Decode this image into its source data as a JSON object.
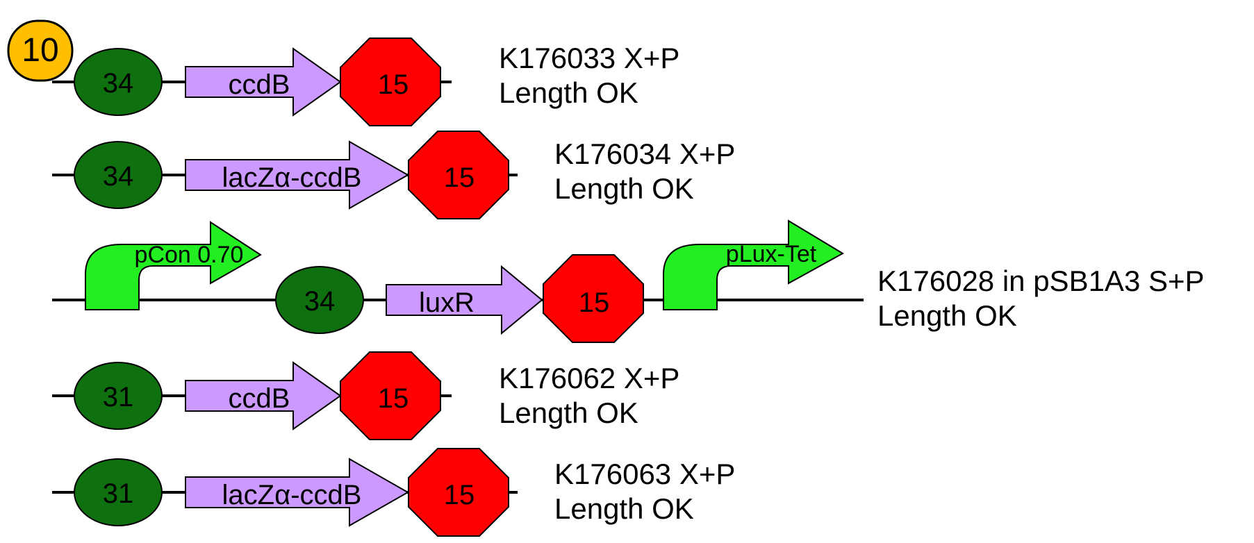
{
  "badge": {
    "label": "10",
    "color": "#ffbf00"
  },
  "colors": {
    "rbs": "#0f700f",
    "cds": "#cc99ff",
    "terminator": "#ff0000",
    "promoter": "#22ee22",
    "backbone": "#000000"
  },
  "constructs": [
    {
      "rbs": "34",
      "cds": "ccdB",
      "terminator": "15",
      "caption_id": "K176033 X+P",
      "caption_status": "Length OK"
    },
    {
      "rbs": "34",
      "cds": "lacZα-ccdB",
      "terminator": "15",
      "caption_id": "K176034 X+P",
      "caption_status": "Length OK"
    },
    {
      "promoter1": "pCon 0.70",
      "rbs": "34",
      "cds": "luxR",
      "terminator": "15",
      "promoter2": "pLux-Tet",
      "caption_id": "K176028 in pSB1A3 S+P",
      "caption_status": "Length OK"
    },
    {
      "rbs": "31",
      "cds": "ccdB",
      "terminator": "15",
      "caption_id": "K176062 X+P",
      "caption_status": "Length OK"
    },
    {
      "rbs": "31",
      "cds": "lacZα-ccdB",
      "terminator": "15",
      "caption_id": "K176063 X+P",
      "caption_status": "Length OK"
    }
  ]
}
